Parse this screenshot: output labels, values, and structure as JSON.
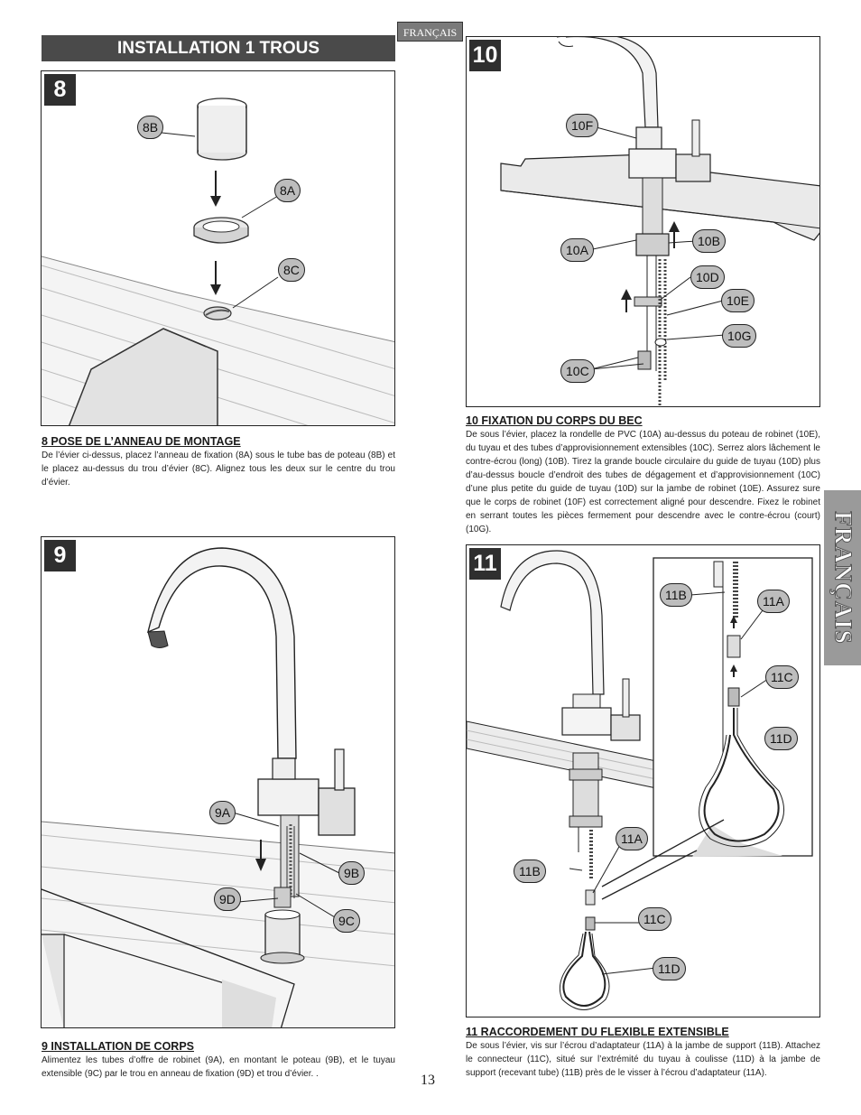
{
  "header": {
    "section_title": "INSTALLATION 1 TROUS",
    "language_tag": "FRANÇAIS",
    "side_tab": "FRANÇAIS"
  },
  "steps": [
    {
      "number": "8",
      "callouts": [
        "8B",
        "8A",
        "8C"
      ],
      "title": "8  POSE DE L’ANNEAU DE MONTAGE",
      "body": "De l’évier ci-dessus, placez l’anneau de fixation (8A) sous le tube bas de poteau (8B) et le placez au-dessus du trou d’évier (8C). Alignez tous les deux sur le centre du trou d’évier."
    },
    {
      "number": "9",
      "callouts": [
        "9A",
        "9B",
        "9D",
        "9C"
      ],
      "title": "9  INSTALLATION DE CORPS",
      "body": "Alimentez les tubes d’offre de robinet (9A), en montant le poteau (9B), et le tuyau extensible (9C) par le trou en anneau de fixation (9D) et trou d’évier. ."
    },
    {
      "number": "10",
      "callouts": [
        "10F",
        "10A",
        "10B",
        "10D",
        "10E",
        "10G",
        "10C"
      ],
      "title": "10  FIXATION DU CORPS DU BEC",
      "body": "De sous l’évier, placez la rondelle de PVC (10A) au-dessus du poteau de robinet (10E), du tuyau et des tubes d’approvisionnement extensibles (10C). Serrez alors lâchement le contre-écrou (long) (10B). Tirez la grande boucle circulaire du guide de tuyau (10D) plus d’au-dessus boucle d’endroit des tubes de dégagement et d’approvisionnement (10C) d’une plus petite du guide de tuyau (10D) sur la jambe de robinet (10E). Assurez sure que le corps de robinet (10F) est correctement aligné pour descendre. Fixez le robinet en serrant toutes les pièces fermement pour descendre avec le contre-écrou (court) (10G)."
    },
    {
      "number": "11",
      "callouts": [
        "11B",
        "11A",
        "11C",
        "11D",
        "11A",
        "11B",
        "11C",
        "11D"
      ],
      "title": "11  RACCORDEMENT DU FLEXIBLE EXTENSIBLE",
      "body": "De sous l’évier, vis sur l’écrou d’adaptateur (11A) à la jambe de support (11B). Attachez le connecteur (11C), situé sur l’extrémité du tuyau à coulisse (11D) à la jambe de support (recevant tube) (11B) près de le visser à l’écrou d’adaptateur (11A)."
    }
  ],
  "page_number": "13"
}
